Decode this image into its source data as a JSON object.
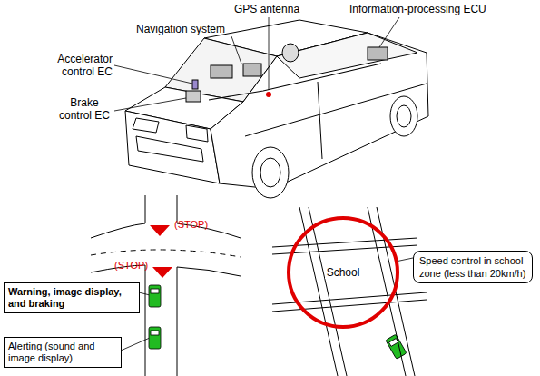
{
  "diagram": {
    "nodes": [
      {
        "text": [
          "Warning, image display, and braking"
        ]
      },
      {
        "text": [
          "Alerting (sound and image display)"
        ]
      },
      {
        "text": [
          "School"
        ]
      },
      {
        "text": [
          "Speed control in school zone (less than 20km/h)"
        ]
      }
    ],
    "edges": [
      {
        "from": 3,
        "to": 2,
        "arrow": "none"
      }
    ],
    "labels": [
      "GPS antenna",
      "Information-processing ECU",
      "Navigation system",
      "Accelerator control EC",
      "Brake control EC",
      "(STOP)",
      "(STOP)"
    ]
  }
}
